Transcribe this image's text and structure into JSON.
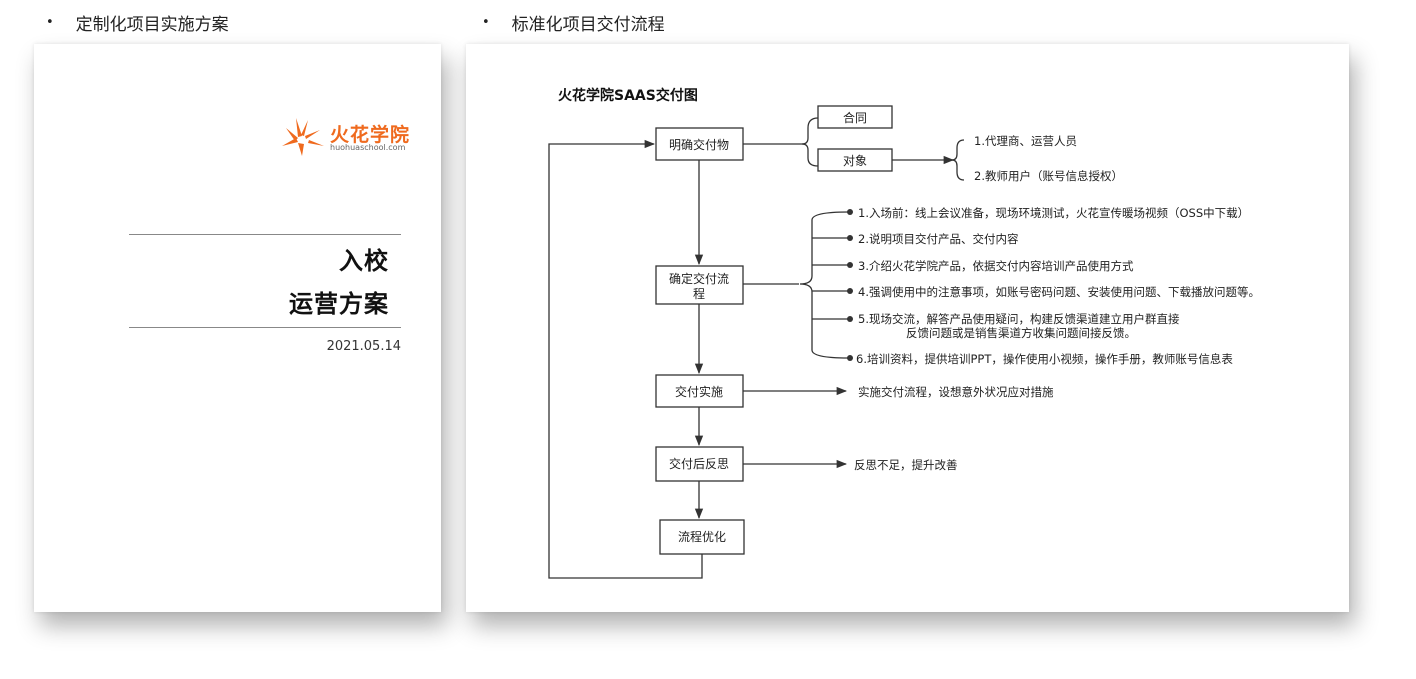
{
  "bullets": {
    "left": "定制化项目实施方案",
    "right": "标准化项目交付流程",
    "marker": "•"
  },
  "document": {
    "logo_text": "火花学院",
    "logo_sub": "huohuaschool.com",
    "title_line1": "入校",
    "title_line2": "运营方案",
    "date": "2021.05.14",
    "brand_color": "#ef6a1e"
  },
  "diagram": {
    "title": "火花学院SAAS交付图",
    "nodes": {
      "deliverables": "明确交付物",
      "process_l1": "确定交付流",
      "process_l2": "程",
      "implement": "交付实施",
      "reflect": "交付后反思",
      "optimize": "流程优化",
      "contract": "合同",
      "target": "对象"
    },
    "target_items": [
      "1.代理商、运营人员",
      "2.教师用户（账号信息授权）"
    ],
    "process_items": [
      "1.入场前：线上会议准备，现场环境测试，火花宣传暖场视频（OSS中下载）",
      "2.说明项目交付产品、交付内容",
      "3.介绍火花学院产品，依据交付内容培训产品使用方式",
      "4.强调使用中的注意事项，如账号密码问题、安装使用问题、下载播放问题等。",
      "5.现场交流，解答产品使用疑问，构建反馈渠道建立用户群直接",
      "反馈问题或是销售渠道方收集问题间接反馈。",
      "6.培训资料，提供培训PPT，操作使用小视频，操作手册，教师账号信息表"
    ],
    "implement_note": "实施交付流程，设想意外状况应对措施",
    "reflect_note": "反思不足，提升改善"
  }
}
